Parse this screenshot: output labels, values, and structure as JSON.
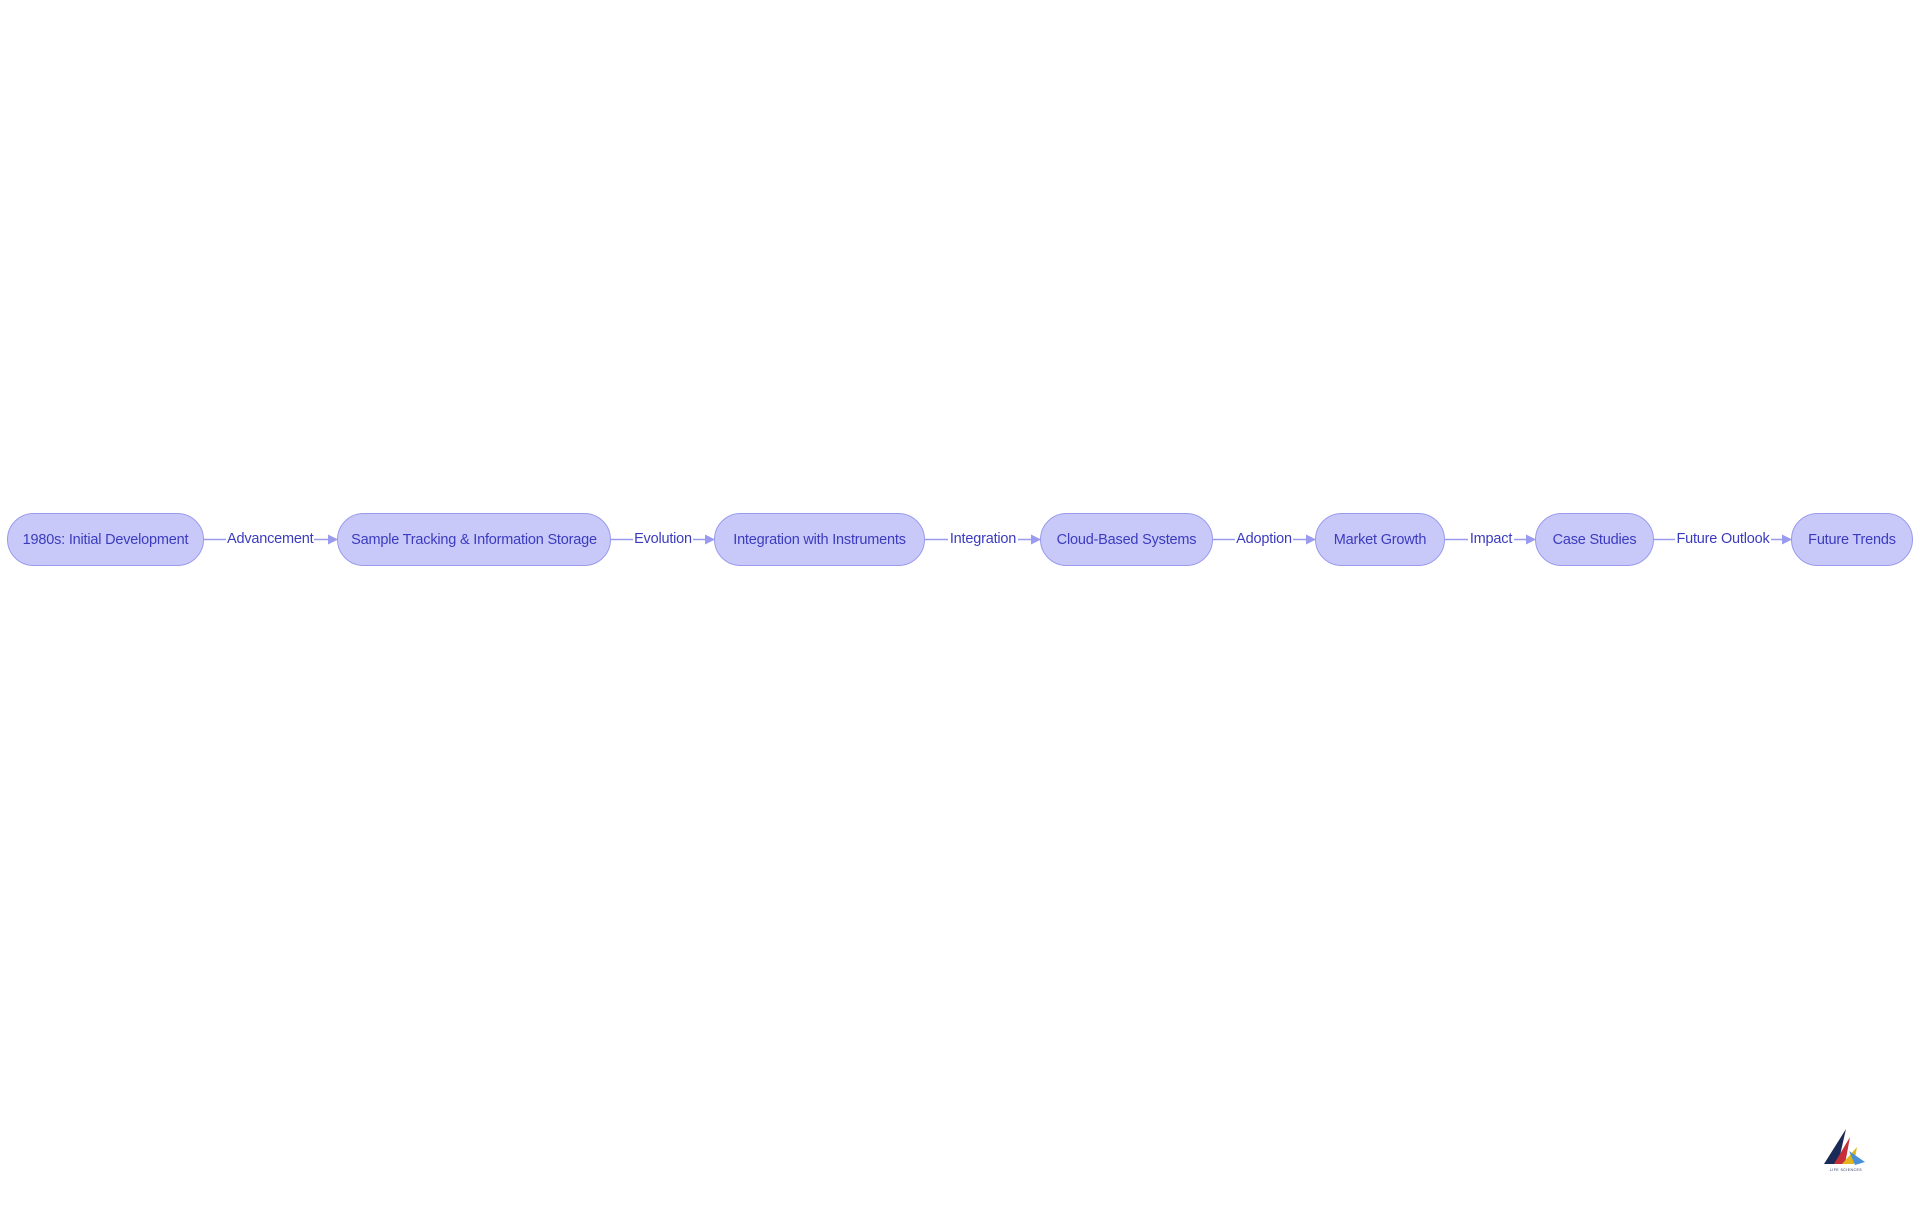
{
  "diagram": {
    "nodes": [
      {
        "id": "n1",
        "label": "1980s: Initial Development"
      },
      {
        "id": "n2",
        "label": "Sample Tracking & Information Storage"
      },
      {
        "id": "n3",
        "label": "Integration with Instruments"
      },
      {
        "id": "n4",
        "label": "Cloud-Based Systems"
      },
      {
        "id": "n5",
        "label": "Market Growth"
      },
      {
        "id": "n6",
        "label": "Case Studies"
      },
      {
        "id": "n7",
        "label": "Future Trends"
      }
    ],
    "edges": [
      {
        "from": "n1",
        "to": "n2",
        "label": "Advancement"
      },
      {
        "from": "n2",
        "to": "n3",
        "label": "Evolution"
      },
      {
        "from": "n3",
        "to": "n4",
        "label": "Integration"
      },
      {
        "from": "n4",
        "to": "n5",
        "label": "Adoption"
      },
      {
        "from": "n5",
        "to": "n6",
        "label": "Impact"
      },
      {
        "from": "n6",
        "to": "n7",
        "label": "Future Outlook"
      }
    ],
    "colors": {
      "node_fill": "#c9c9f9",
      "node_border": "#9a9aee",
      "text": "#3b3bbf",
      "edge": "#9a9aee"
    }
  },
  "logo": {
    "icon": "mountain-logo-icon",
    "text": "LIFE SCIENCES"
  }
}
